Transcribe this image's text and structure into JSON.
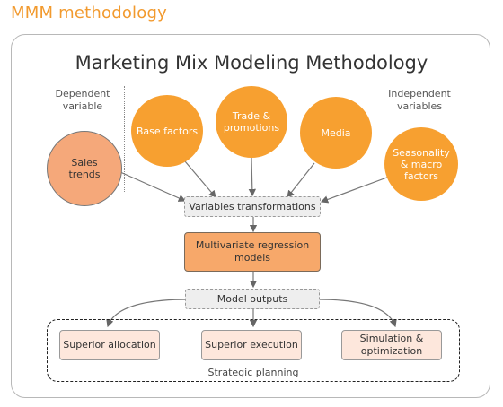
{
  "header": {
    "text": "MMM methodology"
  },
  "diagram": {
    "title": "Marketing Mix Modeling Methodology",
    "dependent_label": "Dependent variable",
    "independent_label": "Independent variables",
    "dependent_node": "Sales trends",
    "independent_nodes": [
      "Base factors",
      "Trade & promotions",
      "Media",
      "Seasonality & macro factors"
    ],
    "transform": "Variables transformations",
    "model": "Multivariate regression models",
    "outputs": "Model outputs",
    "results": [
      "Superior allocation",
      "Superior execution",
      "Simulation & optimization"
    ],
    "group_label": "Strategic planning"
  },
  "colors": {
    "accent": "#f29a2e",
    "circle": "#f7a030",
    "dependent_circle": "#f5a87a",
    "model_box": "#f7a86a",
    "result_box": "#fde7dc"
  }
}
